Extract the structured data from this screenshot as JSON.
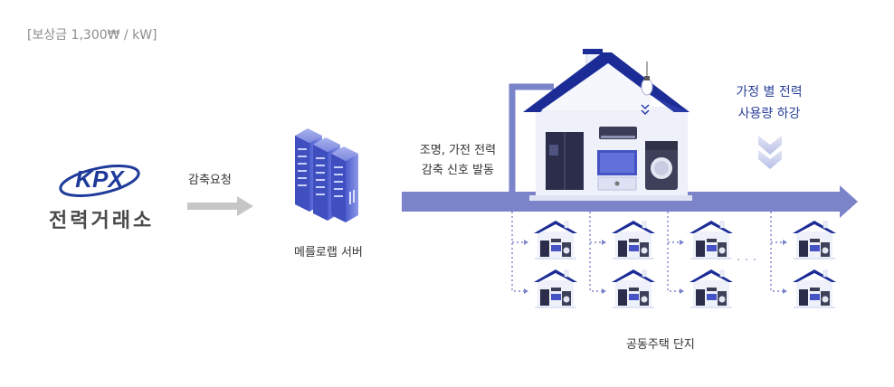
{
  "caption": "[보상금 1,300₩ / kW]",
  "kpx": {
    "logo_text": "KPX",
    "name": "전력거래소",
    "brand_color": "#1e3a9a"
  },
  "request_label": "감축요청",
  "server_label": "메를로랩 서버",
  "signal_label_line1": "조명, 가전 전력",
  "signal_label_line2": "감축 신호 발동",
  "reduce_label_line1": "가정 별 전력",
  "reduce_label_line2": "사용량 하강",
  "complex_label": "공동주택 단지",
  "ellipsis": "· · ·",
  "colors": {
    "arrow_blue": "#7b83c9",
    "roof_blue": "#1b2c96",
    "house_wall": "#eef0fa",
    "gray_arrow": "#c6c6c6",
    "server_blue": "#5b6bd6"
  }
}
